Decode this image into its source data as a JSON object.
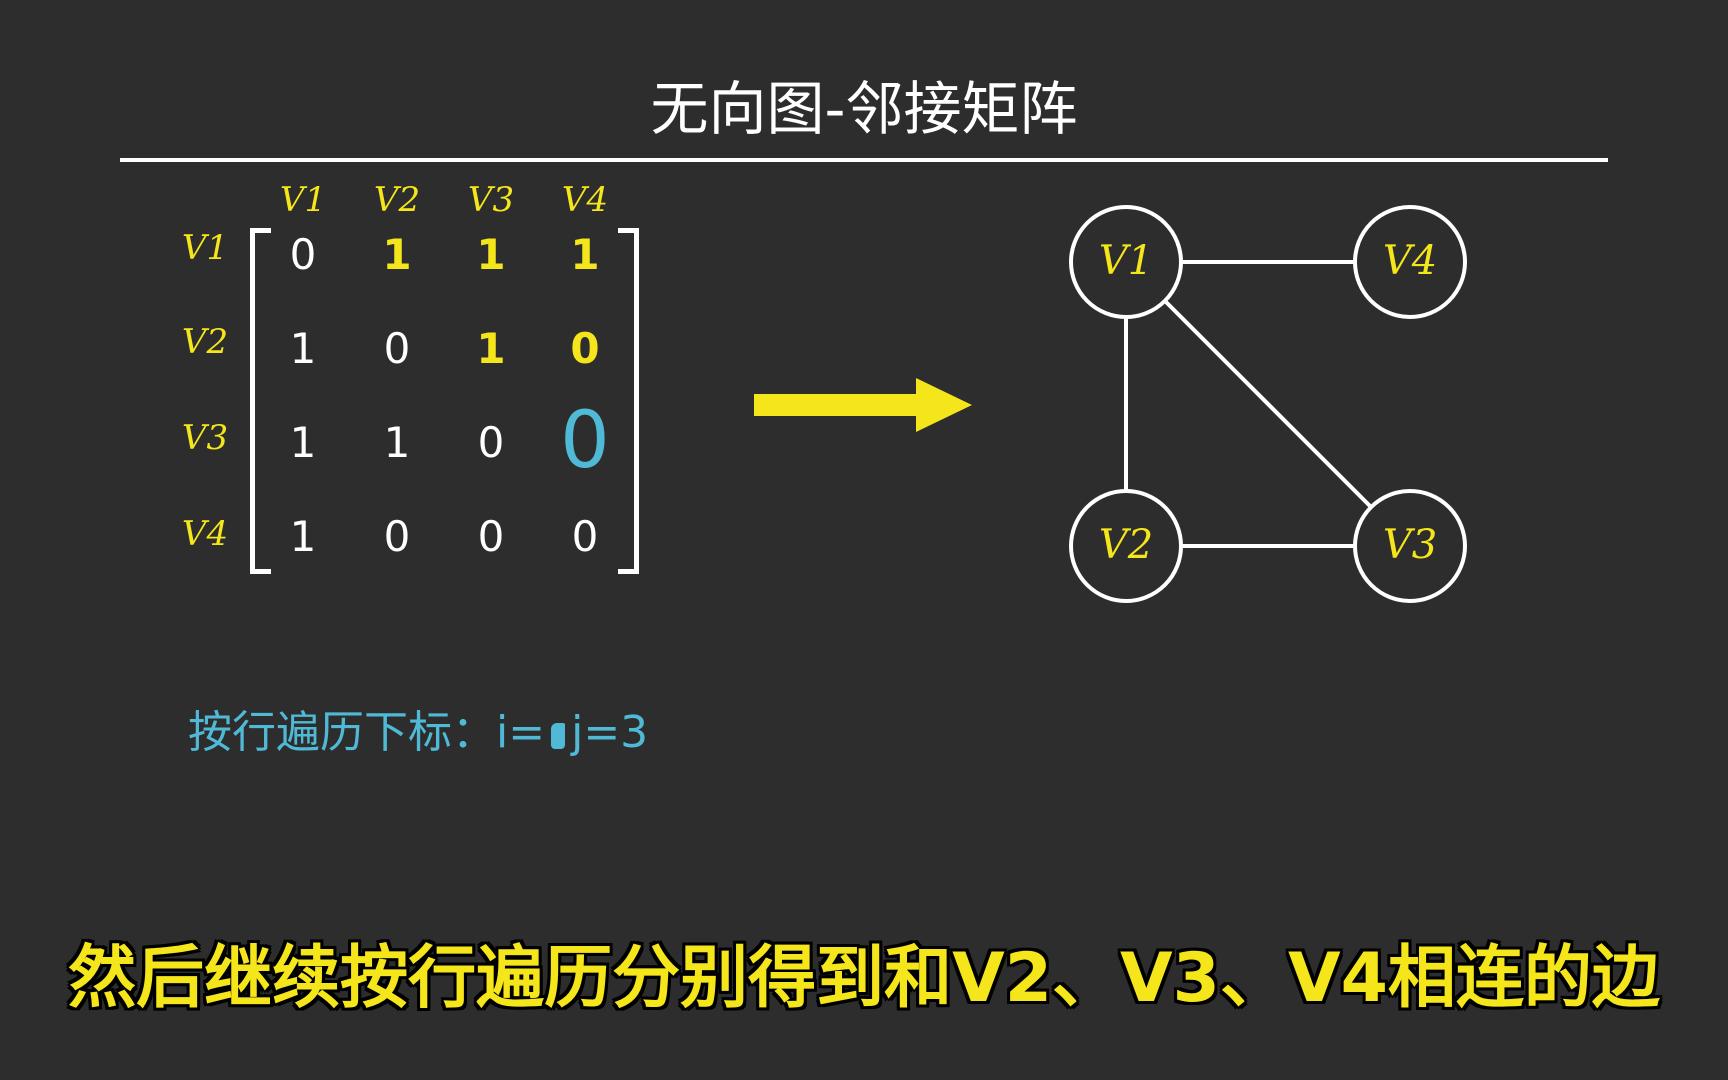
{
  "title": "无向图-邻接矩阵",
  "matrix": {
    "col_headers": [
      "V1",
      "V2",
      "V3",
      "V4"
    ],
    "row_headers": [
      "V1",
      "V2",
      "V3",
      "V4"
    ],
    "rows": [
      [
        "0",
        "1",
        "1",
        "1"
      ],
      [
        "1",
        "0",
        "1",
        "0"
      ],
      [
        "1",
        "1",
        "0",
        "0"
      ],
      [
        "1",
        "0",
        "0",
        "0"
      ]
    ]
  },
  "graph": {
    "nodes": [
      "V1",
      "V2",
      "V3",
      "V4"
    ],
    "edges": [
      [
        "V1",
        "V4"
      ],
      [
        "V1",
        "V2"
      ],
      [
        "V1",
        "V3"
      ],
      [
        "V2",
        "V3"
      ]
    ]
  },
  "traversal": {
    "label": "按行遍历下标：",
    "i_text": "i=",
    "j_text": "j=3"
  },
  "subtitle": "然后继续按行遍历分别得到和V2、V3、V4相连的边",
  "colors": {
    "background": "#2d2d2d",
    "accent_yellow": "#f5e51b",
    "accent_blue": "#4fb9d6",
    "line_white": "#ffffff"
  }
}
